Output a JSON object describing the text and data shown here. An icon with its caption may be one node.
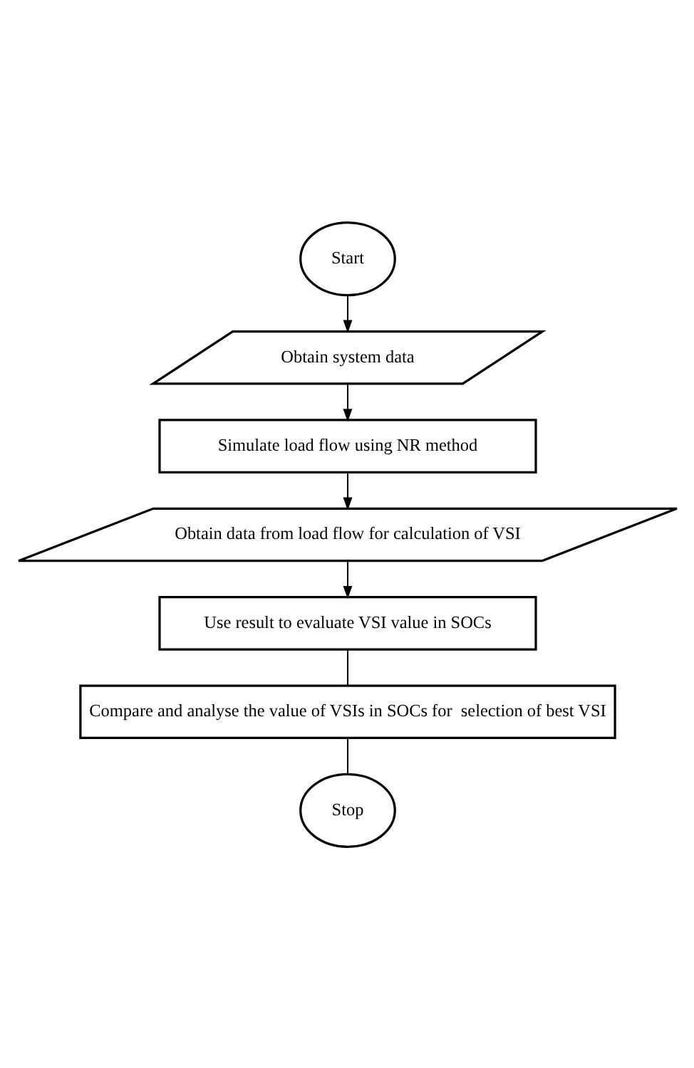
{
  "diagram": {
    "nodes": [
      {
        "text": [
          "Start"
        ]
      },
      {
        "text": [
          "Obtain system data"
        ]
      },
      {
        "text": [
          "Simulate load flow using NR method"
        ]
      },
      {
        "text": [
          "Obtain data from load flow for calculation of VSI"
        ]
      },
      {
        "text": [
          "Use result to evaluate VSI value in SOCs"
        ]
      },
      {
        "text": [
          "Compare and analyse the value of VSIs in SOCs for  selection of best VSI"
        ]
      },
      {
        "text": [
          "Stop"
        ]
      }
    ],
    "edges": [
      {
        "from": 0,
        "to": 1,
        "arrow": "to"
      },
      {
        "from": 1,
        "to": 2,
        "arrow": "to"
      },
      {
        "from": 2,
        "to": 3,
        "arrow": "to"
      },
      {
        "from": 3,
        "to": 4,
        "arrow": "to"
      },
      {
        "from": 4,
        "to": 5,
        "arrow": "none"
      },
      {
        "from": 5,
        "to": 6,
        "arrow": "none"
      }
    ]
  }
}
